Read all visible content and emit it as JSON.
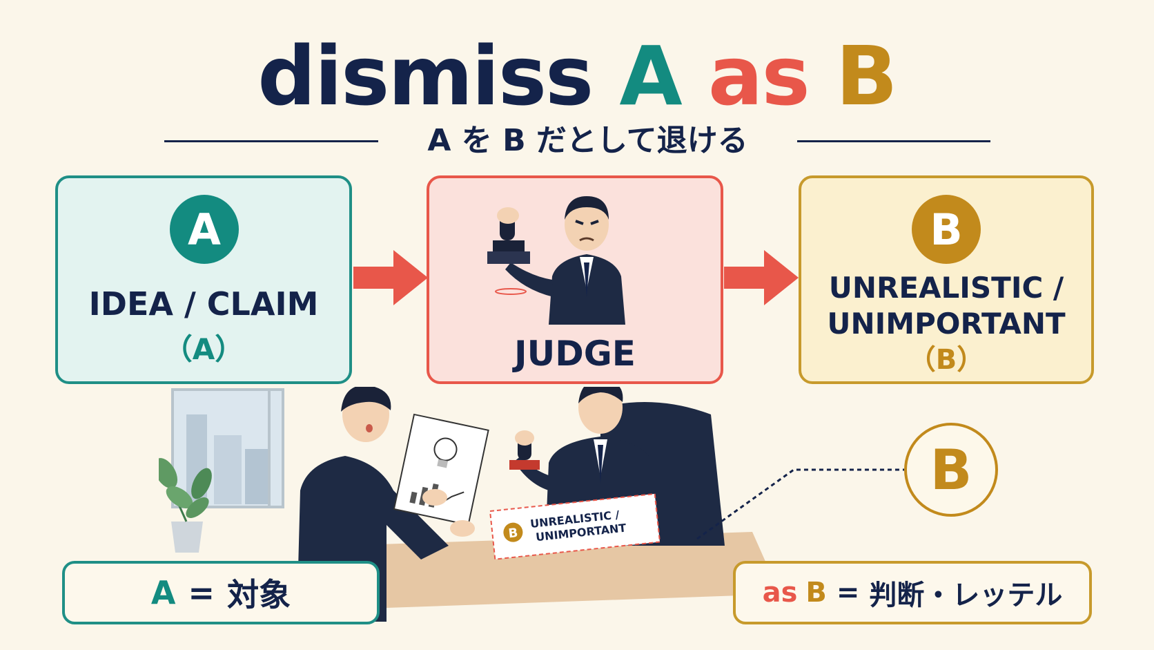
{
  "title": {
    "main": "dismiss",
    "a": "A",
    "as": "as",
    "b": "B"
  },
  "subtitle": "A を B だとして退ける",
  "box_a": {
    "badge": "A",
    "label": "IDEA / CLAIM",
    "paren": "（A）"
  },
  "box_judge": {
    "label": "JUDGE"
  },
  "box_b": {
    "badge": "B",
    "label_line1": "UNREALISTIC /",
    "label_line2": "UNIMPORTANT",
    "paren": "（B）"
  },
  "scene": {
    "stamp_badge": "B",
    "stamp_line1": "UNREALISTIC /",
    "stamp_line2": "UNIMPORTANT"
  },
  "callout_badge": "B",
  "bottom_a": {
    "a": "A",
    "eq": "=",
    "text": "対象"
  },
  "bottom_b": {
    "as": "as",
    "b": "B",
    "eq": "=",
    "text": "判断・レッテル"
  },
  "colors": {
    "navy": "#14234a",
    "teal": "#138b80",
    "red": "#e8574a",
    "gold": "#c28a1c",
    "background": "#fbf6ea"
  },
  "icons": [
    "arrow-right-icon",
    "judge-stamp-icon",
    "lightbulb-icon",
    "bar-chart-icon",
    "plant-icon",
    "window-icon"
  ]
}
